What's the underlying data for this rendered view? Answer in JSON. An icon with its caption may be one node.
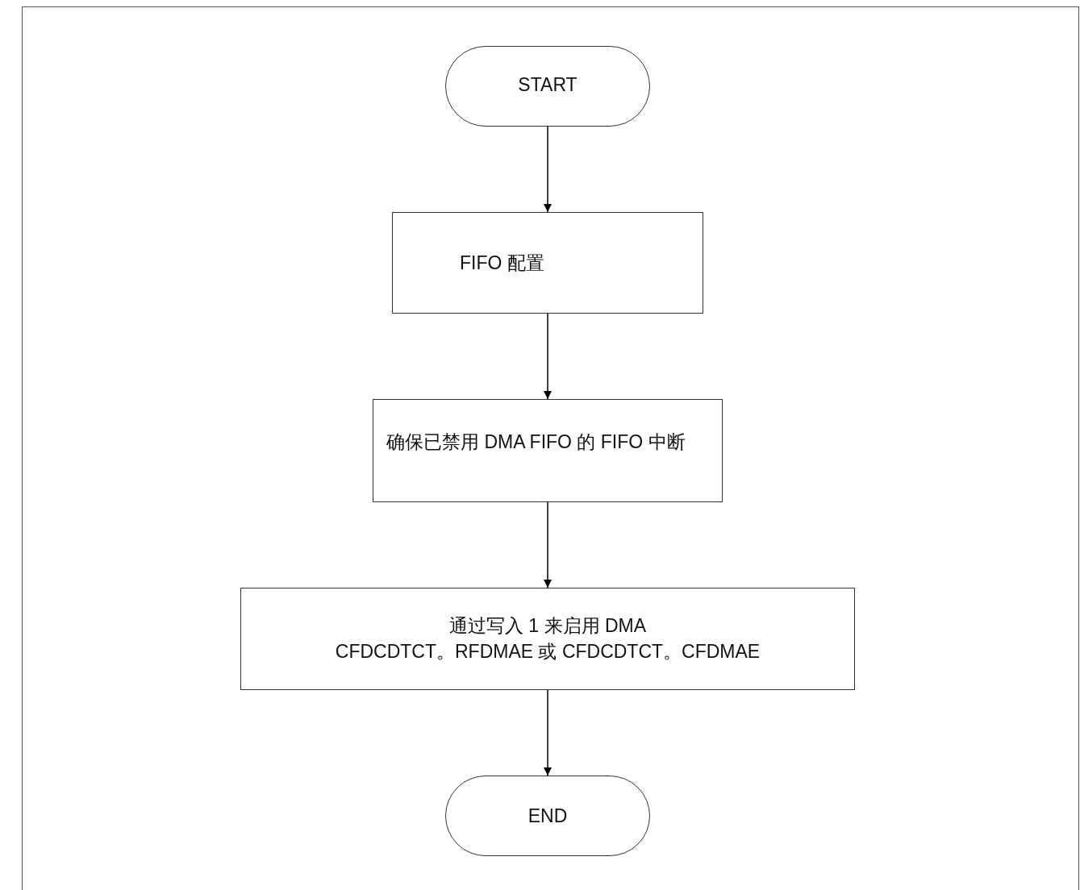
{
  "diagram": {
    "nodes": [
      {
        "text": [
          "START"
        ]
      },
      {
        "text": [
          "FIFO 配置"
        ]
      },
      {
        "text": [
          "确保已禁用 DMA FIFO 的 FIFO 中断"
        ]
      },
      {
        "text": [
          "通过写入 1 来启用 DMA",
          "CFDCDTCT。RFDMAE 或 CFDCDTCT。CFDMAE"
        ]
      },
      {
        "text": [
          "END"
        ]
      }
    ],
    "edges": [
      {
        "from": 0,
        "to": 1,
        "arrow": "to"
      },
      {
        "from": 1,
        "to": 2,
        "arrow": "to"
      },
      {
        "from": 2,
        "to": 3,
        "arrow": "to"
      },
      {
        "from": 3,
        "to": 4,
        "arrow": "to"
      }
    ]
  }
}
